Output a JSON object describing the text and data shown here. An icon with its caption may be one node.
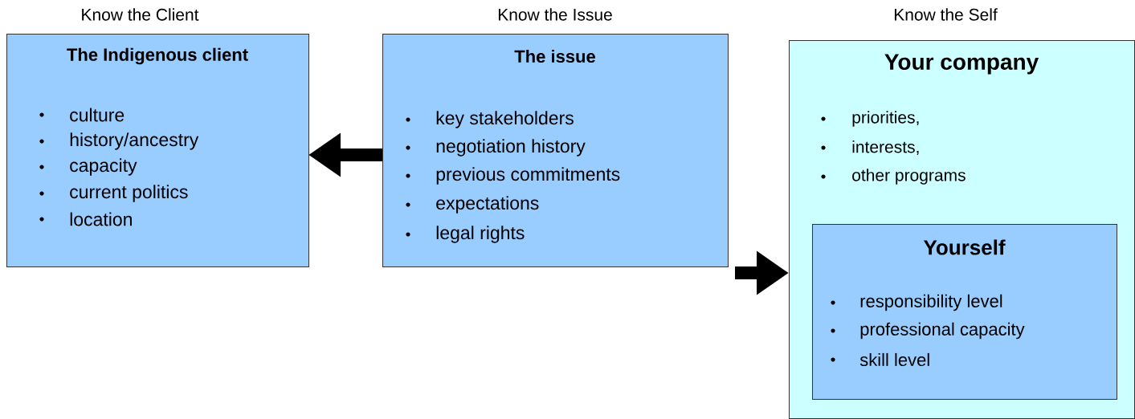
{
  "diagram": {
    "nodes": [
      {
        "text": [
          "The Indigenous client",
          "culture",
          "history/ancestry",
          "capacity",
          "current politics",
          "location"
        ],
        "beside": [
          "Know the Client"
        ]
      },
      {
        "text": [
          "The issue",
          "key stakeholders",
          "negotiation history",
          "previous commitments",
          "expectations",
          "legal rights"
        ],
        "beside": [
          "Know the Issue"
        ]
      },
      {
        "text": [
          "Your company",
          "priorities,",
          "interests,",
          "other programs"
        ],
        "beside": [
          "Know the Self"
        ]
      },
      {
        "text": [
          "Yourself",
          "responsibility level",
          "professional capacity",
          "skill level"
        ],
        "in": 2
      }
    ],
    "edges": [
      {
        "from": 1,
        "to": 0,
        "arrow": "to"
      },
      {
        "from": 1,
        "to": 2,
        "arrow": "to"
      }
    ]
  }
}
